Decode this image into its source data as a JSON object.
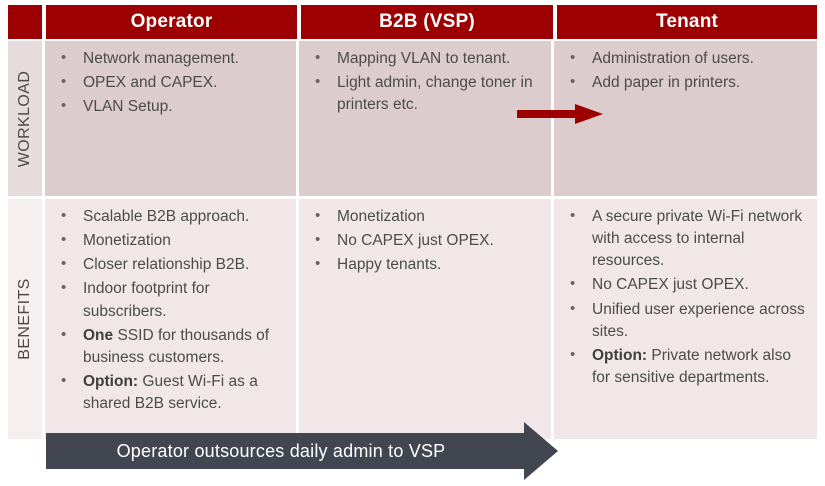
{
  "header": {
    "corner_label": "",
    "columns": [
      {
        "id": "operator",
        "label": "Operator"
      },
      {
        "id": "b2b",
        "label": "B2B (VSP)"
      },
      {
        "id": "tenant",
        "label": "Tenant"
      }
    ]
  },
  "rows": [
    {
      "id": "workload",
      "side_label": "WORKLOAD",
      "cells": {
        "operator": [
          "Network management.",
          "OPEX and CAPEX.",
          "VLAN Setup."
        ],
        "b2b": [
          "Mapping VLAN to tenant.",
          "Light admin, change toner in printers etc."
        ],
        "tenant": [
          "Administration of users.",
          "Add paper in printers."
        ]
      }
    },
    {
      "id": "benefits",
      "side_label": "BENEFITS",
      "cells": {
        "operator": [
          "Scalable B2B approach.",
          "Monetization",
          "Closer relationship B2B.",
          "Indoor footprint for subscribers.",
          {
            "bold": "One",
            "rest": " SSID for thousands of business customers."
          },
          {
            "bold": "Option:",
            "rest": " Guest Wi-Fi as a shared B2B service."
          }
        ],
        "b2b": [
          "Monetization",
          "No CAPEX just OPEX.",
          "Happy tenants."
        ],
        "tenant": [
          "A secure private Wi-Fi network with access to internal resources.",
          "No CAPEX just OPEX.",
          "Unified user experience across sites.",
          {
            "bold": "Option:",
            "rest": " Private network also for sensitive departments."
          }
        ]
      }
    }
  ],
  "flow_arrow": {
    "name": "b2b-to-tenant-arrow",
    "color": "#9c0000"
  },
  "banner": {
    "text": "Operator outsources daily admin to VSP",
    "color": "#414650",
    "text_color": "#ffffff"
  },
  "colors": {
    "header_red": "#9c0000",
    "workload_cell": "#dccccd",
    "benefits_cell": "#f1e7e9",
    "side_label_workload": "#e7dcdd",
    "side_label_benefits": "#f6eff0",
    "text": "#4b4b4b",
    "banner": "#414650"
  }
}
